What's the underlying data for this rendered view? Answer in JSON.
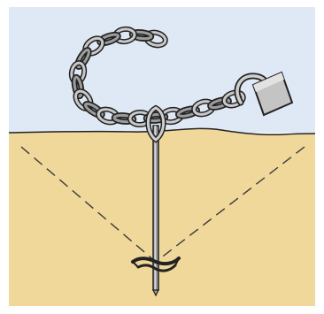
{
  "colors": {
    "frame_background": "#ffffff",
    "sky": "#dfe9f5",
    "ground": "#f0d79a",
    "outline": "#222222",
    "metal_light": "#d7d7d7",
    "metal_mid": "#b0b0b0",
    "metal_dark": "#7d7d7d",
    "cone_line": "#3a3a3a"
  },
  "parts": [
    "sky",
    "ground",
    "chain",
    "padlock",
    "ground-anchor-stake",
    "anchor-eye-ring",
    "auger-helix",
    "holding-cone-lines"
  ]
}
